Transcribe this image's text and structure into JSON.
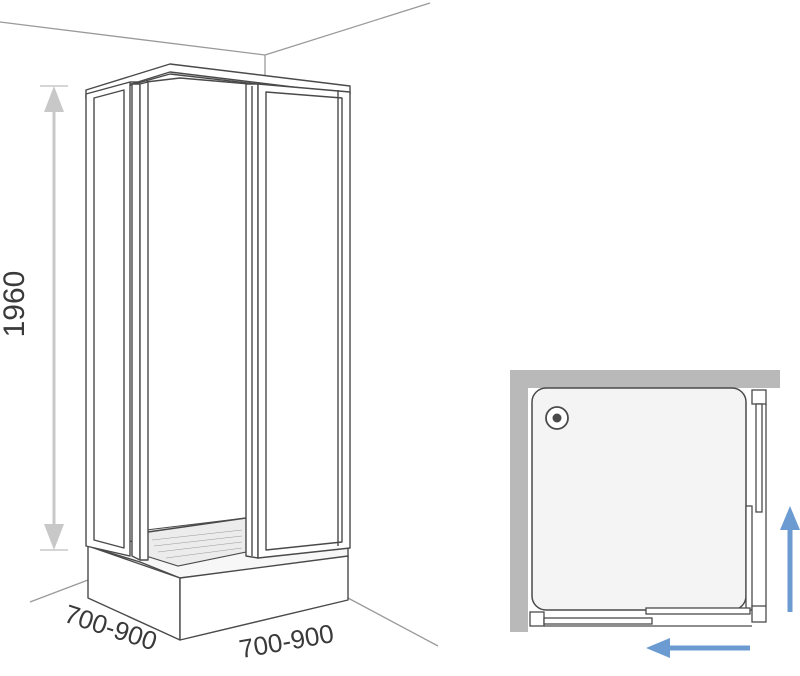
{
  "dimensions": {
    "height": "1960",
    "depth": "700-900",
    "width": "700-900"
  },
  "colors": {
    "line": "#4a4a4a",
    "light_line": "#9a9a9a",
    "wall_fill": "#b9b9b9",
    "tray_fill": "#f4f4f4",
    "arrow_blue": "#6b9bd1",
    "dim_arrow": "#c8c8c8"
  },
  "icons": [
    "drain-icon",
    "slide-up-arrow-icon",
    "slide-left-arrow-icon"
  ]
}
